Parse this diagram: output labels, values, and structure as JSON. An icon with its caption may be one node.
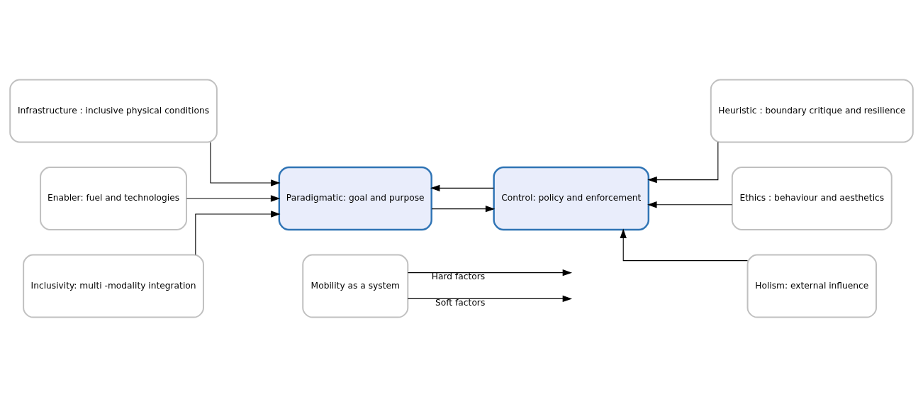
{
  "diagram": {
    "nodes": [
      {
        "text": [
          "Mobility as a system"
        ]
      },
      {
        "text": [
          "Infrastructure : inclusive physical conditions"
        ]
      },
      {
        "text": [
          "Heuristic : boundary critique and resilience"
        ]
      },
      {
        "text": [
          "Enabler: fuel and technologies"
        ]
      },
      {
        "text": [
          "Paradigmatic: goal and purpose"
        ]
      },
      {
        "text": [
          "Control: policy and enforcement"
        ]
      },
      {
        "text": [
          "Ethics : behaviour and aesthetics"
        ]
      },
      {
        "text": [
          "Inclusivity: multi -modality integration"
        ]
      },
      {
        "text": [
          "Holism: external influence"
        ]
      }
    ],
    "edges": [
      {
        "from": 0,
        "to": null,
        "arrow": "to",
        "label": "Hard factors"
      },
      {
        "from": 0,
        "to": null,
        "arrow": "to",
        "label": "Soft factors"
      },
      {
        "from": 1,
        "to": 4,
        "arrow": "to"
      },
      {
        "from": 2,
        "to": 5,
        "arrow": "to"
      },
      {
        "from": 5,
        "to": 4,
        "arrow": "to"
      },
      {
        "from": 3,
        "to": 4,
        "arrow": "to"
      },
      {
        "from": 6,
        "to": 5,
        "arrow": "to"
      },
      {
        "from": 4,
        "to": 5,
        "arrow": "to"
      },
      {
        "from": 7,
        "to": 4,
        "arrow": "to"
      },
      {
        "from": 8,
        "to": 5,
        "arrow": "to"
      }
    ]
  }
}
